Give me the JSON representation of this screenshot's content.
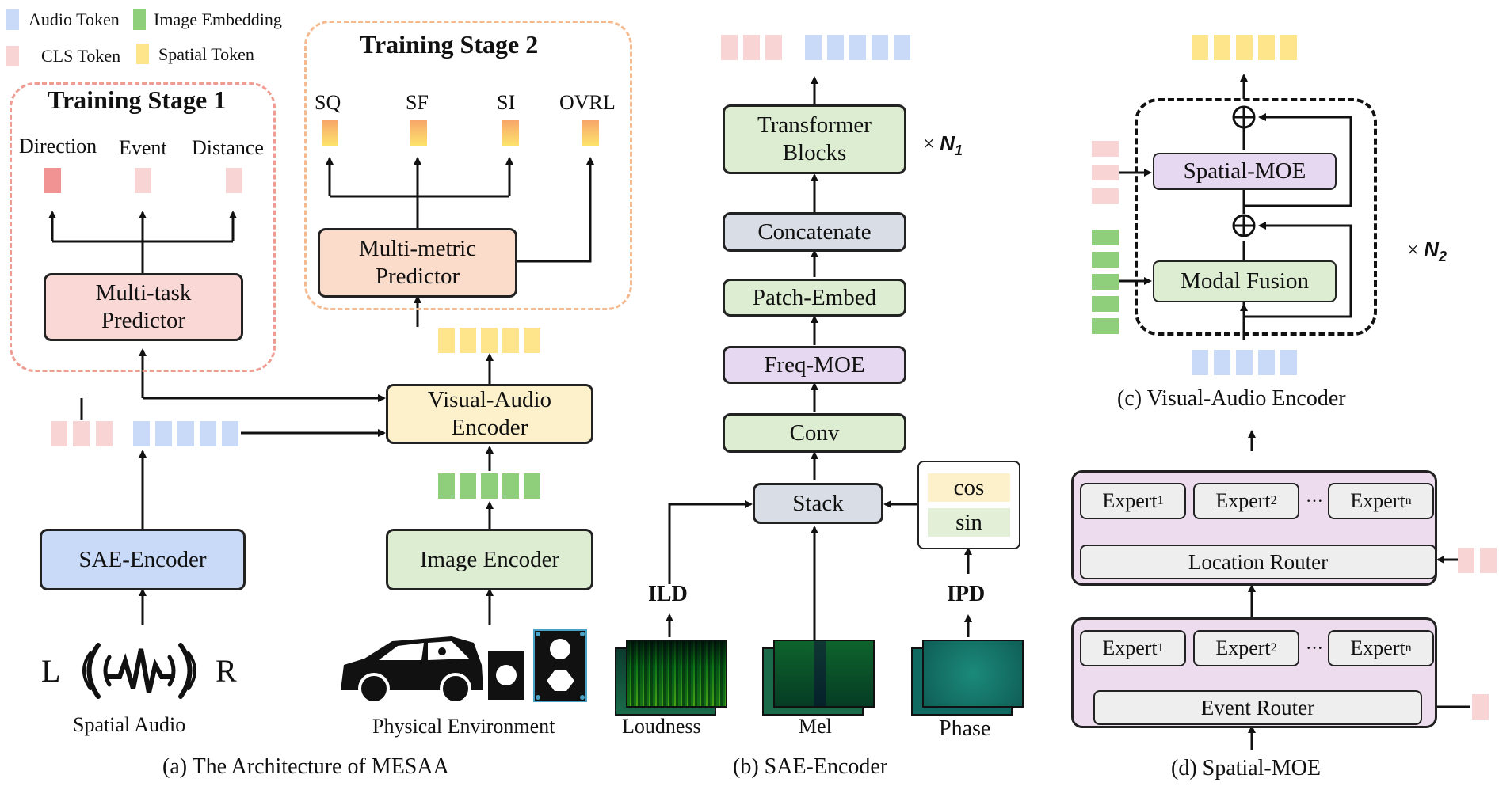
{
  "legend": {
    "audio_token": "Audio Token",
    "image_embedding": "Image Embedding",
    "cls_token": "CLS Token",
    "spatial_token": "Spatial Token"
  },
  "panel_a": {
    "stage1_title": "Training Stage 1",
    "stage2_title": "Training Stage 2",
    "direction": "Direction",
    "event": "Event",
    "distance": "Distance",
    "multitask_line1": "Multi-task",
    "multitask_line2": "Predictor",
    "sq": "SQ",
    "sf": "SF",
    "si": "SI",
    "ovrl": "OVRL",
    "multimetric_line1": "Multi-metric",
    "multimetric_line2": "Predictor",
    "va_line1": "Visual-Audio",
    "va_line2": "Encoder",
    "sae_encoder": "SAE-Encoder",
    "image_encoder": "Image Encoder",
    "left_channel": "L",
    "right_channel": "R",
    "spatial_audio": "Spatial Audio",
    "physical_env": "Physical Environment",
    "caption": "(a) The Architecture of MESAA"
  },
  "panel_b": {
    "transformer_line1": "Transformer",
    "transformer_line2": "Blocks",
    "n1_times": "×",
    "n1": "N",
    "n1_sub": "1",
    "concatenate": "Concatenate",
    "patch_embed": "Patch-Embed",
    "freq_moe": "Freq-MOE",
    "conv": "Conv",
    "stack": "Stack",
    "cos": "cos",
    "sin": "sin",
    "ild": "ILD",
    "ipd": "IPD",
    "loudness": "Loudness",
    "mel": "Mel",
    "phase": "Phase",
    "caption": "(b) SAE-Encoder"
  },
  "panel_c": {
    "spatial_moe": "Spatial-MOE",
    "modal_fusion": "Modal Fusion",
    "n2_times": "×",
    "n2": "N",
    "n2_sub": "2",
    "caption": "(c) Visual-Audio Encoder"
  },
  "panel_d": {
    "expert": "Expert",
    "sub1": "1",
    "sub2": "2",
    "subn": "n",
    "dots": "···",
    "location_router": "Location Router",
    "event_router": "Event Router",
    "caption": "(d) Spatial-MOE"
  },
  "colors": {
    "audio_token": "#c8daf7",
    "image_embedding": "#8fcf7c",
    "cls_token": "#f8d4d4",
    "spatial_token": "#fee48a",
    "stage1_border": "#ef9d93",
    "stage2_border": "#f4b98e"
  }
}
